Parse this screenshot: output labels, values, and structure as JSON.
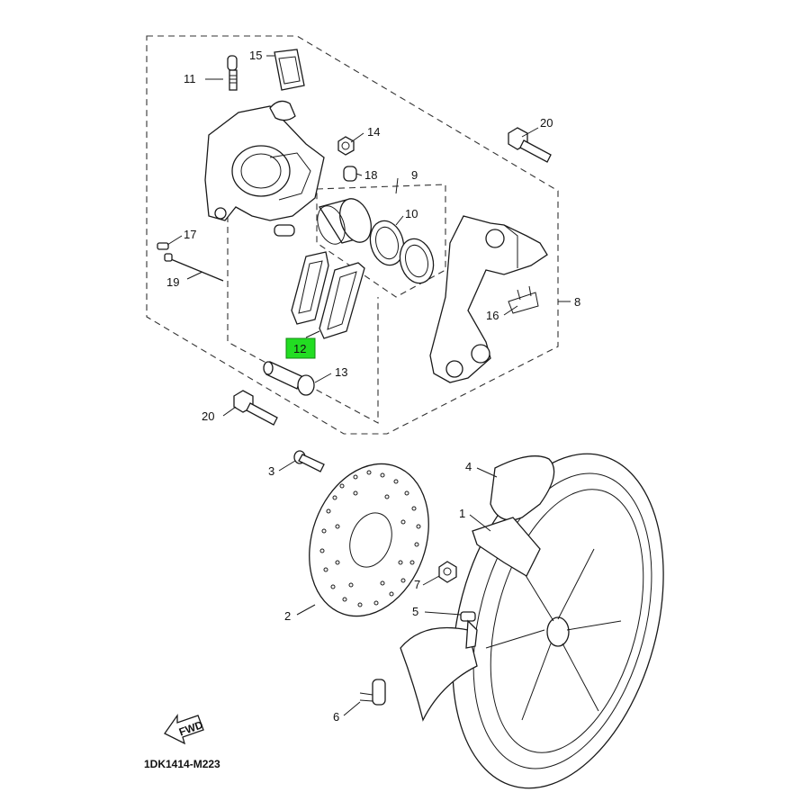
{
  "diagram": {
    "code": "1DK1414-M223",
    "fwd_label": "FWD",
    "highlight_color": "#22dd22",
    "callouts": {
      "c1": "1",
      "c2": "2",
      "c3": "3",
      "c4": "4",
      "c5": "5",
      "c6": "6",
      "c7": "7",
      "c8": "8",
      "c9": "9",
      "c10": "10",
      "c11": "11",
      "c12": "12",
      "c13": "13",
      "c14": "14",
      "c15": "15",
      "c16": "16",
      "c17": "17",
      "c18": "18",
      "c19": "19",
      "c20a": "20",
      "c20b": "20"
    }
  }
}
